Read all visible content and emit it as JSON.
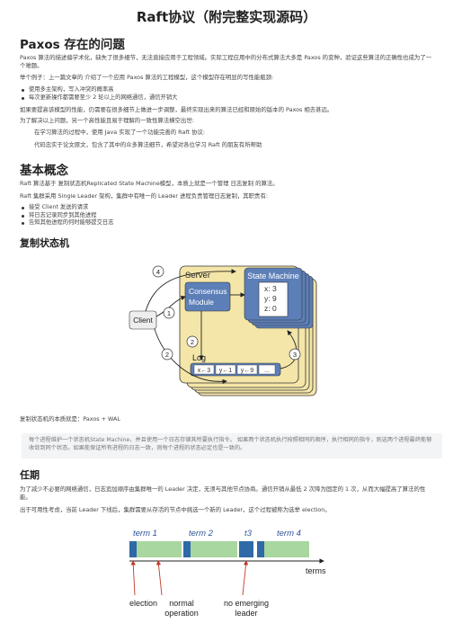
{
  "title": "Raft协议（附完整实现源码）",
  "paxos": {
    "heading": "Paxos 存在的问题",
    "p1": "Paxos 算法的描述偏学术化，缺失了很多细节，无法直接应用于工程领域。实际工程应用中的分布式算法大多是 Paxos 的变种，验证这些算法的正确性也成为了一个难题。",
    "p2": "举个例子：上一篇文章的 介绍了一个应用 Paxos 算法的工程模型，这个模型存在明显的写性能瓶颈:",
    "bullets": [
      "使用多主架构，写入冲突的概率高",
      "每次更新操作都需要至少 2 轮以上的网络通信，通信开销大"
    ],
    "p3": "如果要提高该模型的性能，仍需要在很多细节上做进一步调整，最终实现出来的算法已经和原始的版本的 Paxos 相去甚远。",
    "p4": "为了解决以上问题，另一个高性能且易于理解的一致性算法横空出世:",
    "p5": "在学习算法的过程中，使用 Java 实现了一个功能完善的 Raft 协议:",
    "p6": "代码忠实于论文原文，包含了其中的众多算法细节，希望对各位学习 Raft 的朋友有所帮助"
  },
  "basics": {
    "heading": "基本概念",
    "p1": "Raft 算法基于 复制状态机Replicated State Machine模型，本质上就是一个管理 日志复制 的算法。",
    "p2": "Raft 集群采用 Single Leader 架构，集群中有唯一的 Leader 进程负责管理日志复制，其职责有:",
    "bullets": [
      "接受 Client 发送的请求",
      "将日志记录同步到其他进程",
      "告知其他进程的何时能够提交日志"
    ]
  },
  "rsm": {
    "heading": "复制状态机",
    "diagram": {
      "client": "Client",
      "server": "Server",
      "consensus": "Consensus Module",
      "state_machine": "State Machine",
      "state": [
        "x: 3",
        "y: 9",
        "z: 0"
      ],
      "log": "Log",
      "log_entries": [
        "x←3",
        "y←1",
        "y←9",
        "..."
      ],
      "steps": [
        "1",
        "2",
        "3",
        "4"
      ]
    },
    "caption": "复制状态机的本质就是：Paxos + WAL",
    "quote": "每个进程维护一个状态机State Machine，并且使用一个日志存储其所要执行指令。 如果两个状态机执行按照相同的顺序，执行相同的指令，则这两个进程最终能够收敛到同个状态。如果能保证所有进程的日志一致，则每个进程的状态必定也是一致的。"
  },
  "term": {
    "heading": "任期",
    "p1": "为了减少不必要的网络通信，日志追加顺序由集群唯一的 Leader 决定，无须与其他节点协商。通信开销从最低 2 次降为固定的 1 次，从而大幅提高了算法的性能。",
    "p2": "出于可用性考虑，当前 Leader 下线后，集群需要从存活的节点中挑选一个新的 Leader，这个过程被称为选举 election。",
    "diagram": {
      "terms_labels": [
        "term 1",
        "term 2",
        "t3",
        "term 4"
      ],
      "axis": "terms",
      "election": "election",
      "normal": "normal operation",
      "no_leader": "no emerging leader"
    }
  }
}
